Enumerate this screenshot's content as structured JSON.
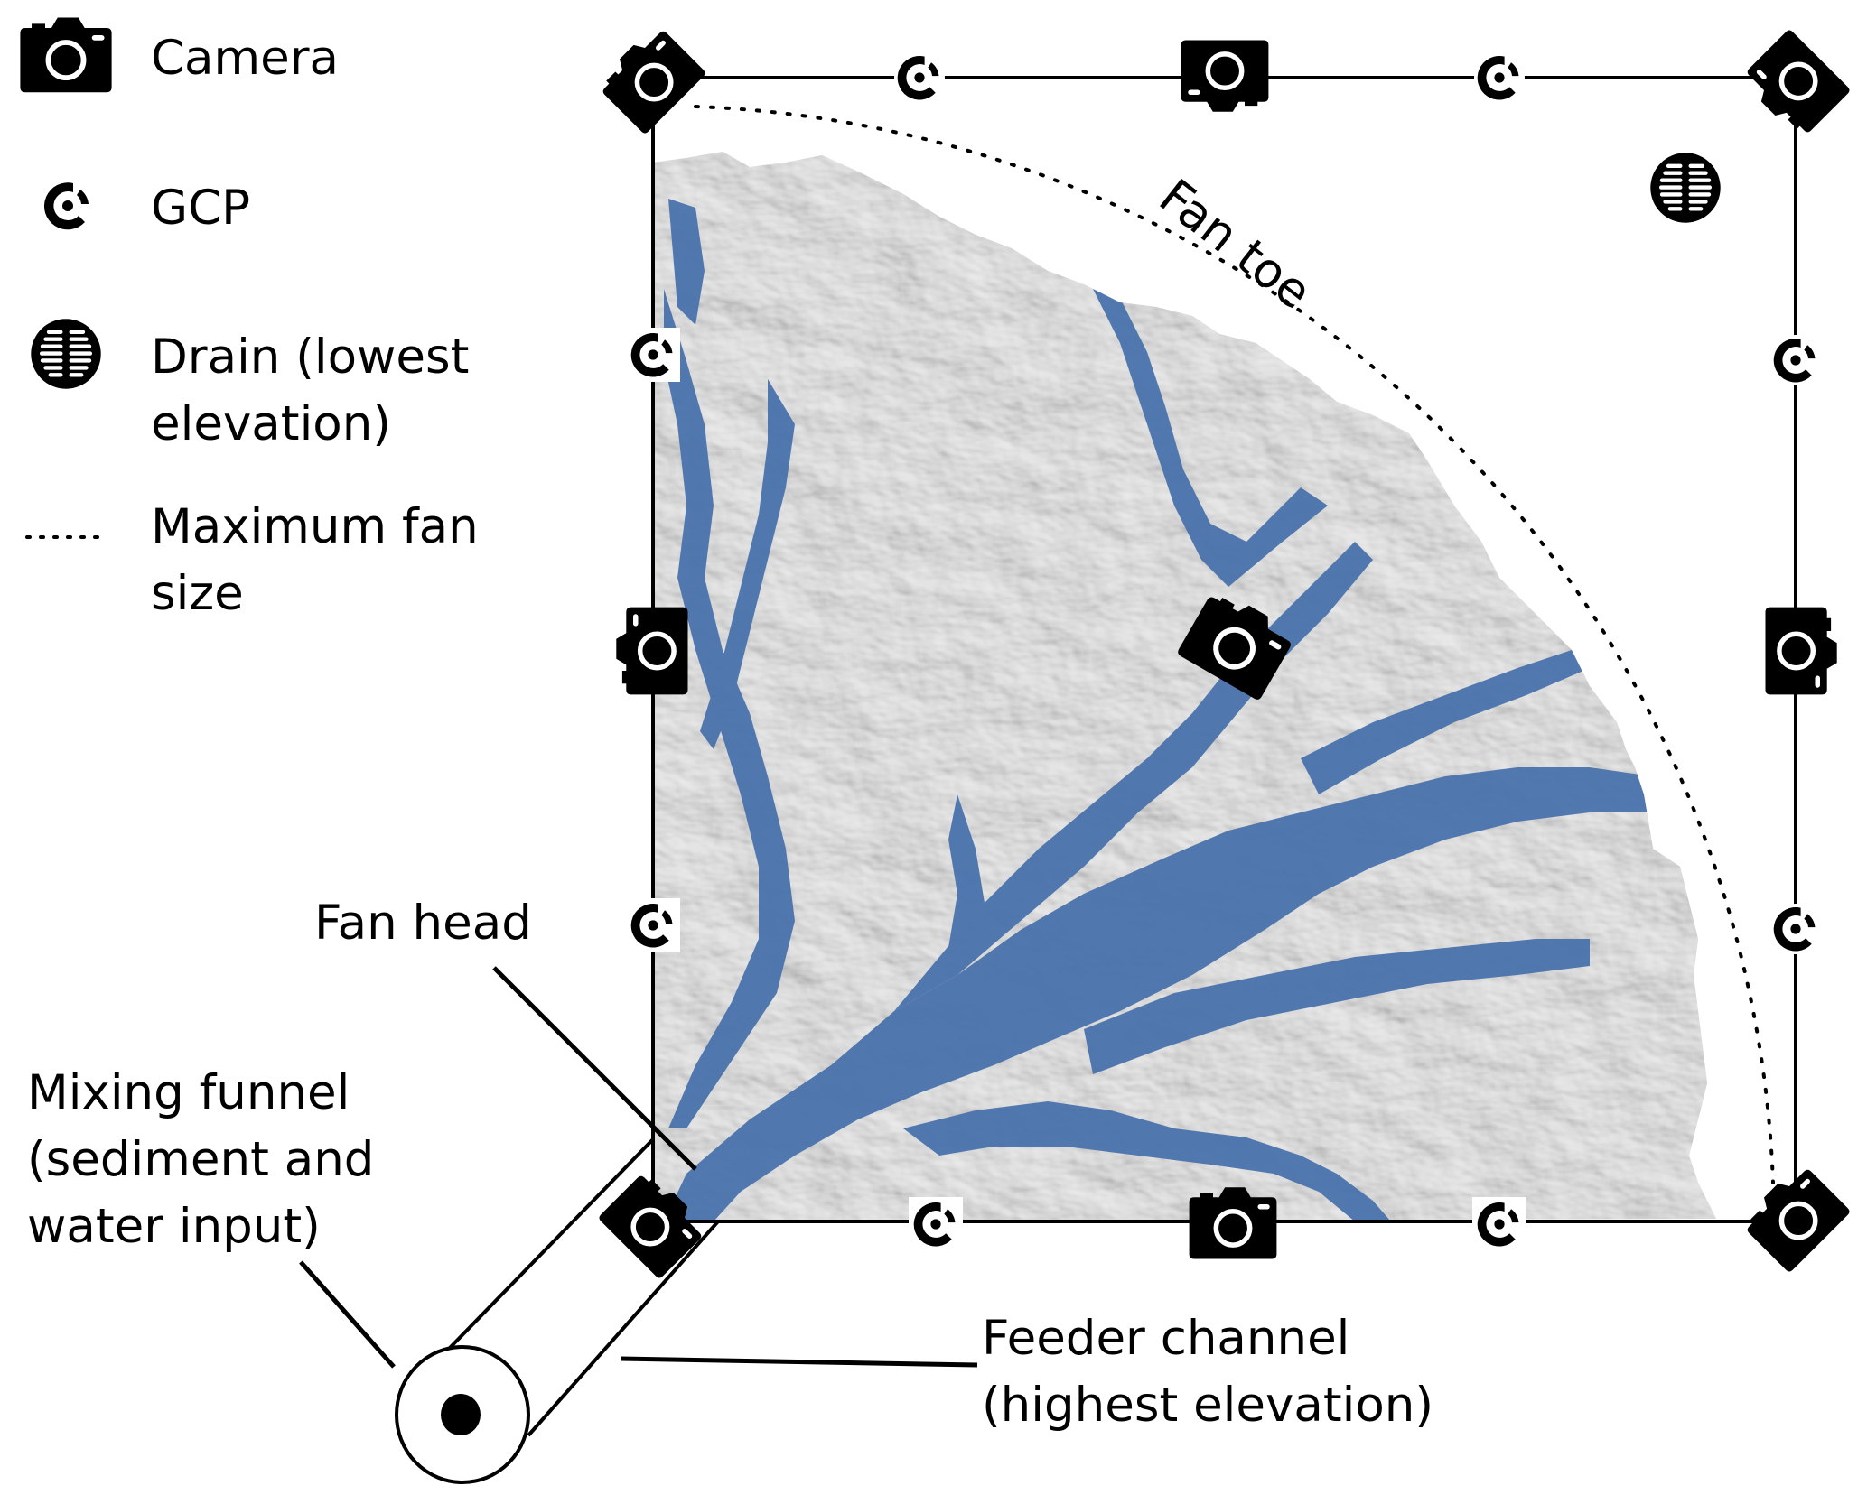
{
  "legend": {
    "items": [
      {
        "icon": "camera-icon",
        "label_lines": [
          "Camera"
        ]
      },
      {
        "icon": "gcp-target-icon",
        "label_lines": [
          "GCP"
        ]
      },
      {
        "icon": "drain-icon",
        "label_lines": [
          "Drain (lowest",
          "elevation)"
        ]
      },
      {
        "icon": "dotted-line-icon",
        "label_lines": [
          "Maximum fan",
          "size"
        ]
      }
    ]
  },
  "annotations": {
    "fan_toe": "Fan toe",
    "fan_head": "Fan head",
    "mixing_funnel": [
      "Mixing funnel",
      "(sediment and",
      "water input)"
    ],
    "feeder_channel": [
      "Feeder channel",
      "(highest elevation)"
    ]
  },
  "colors": {
    "water": "#4a72ad",
    "terrain": "#c9c9c9",
    "terrain_shadow": "#9a9a9a",
    "ink": "#000000"
  },
  "markers": {
    "cameras_per_frame": 8,
    "gcps_per_frame": 8,
    "interior_cameras": 1,
    "drains": 1
  }
}
